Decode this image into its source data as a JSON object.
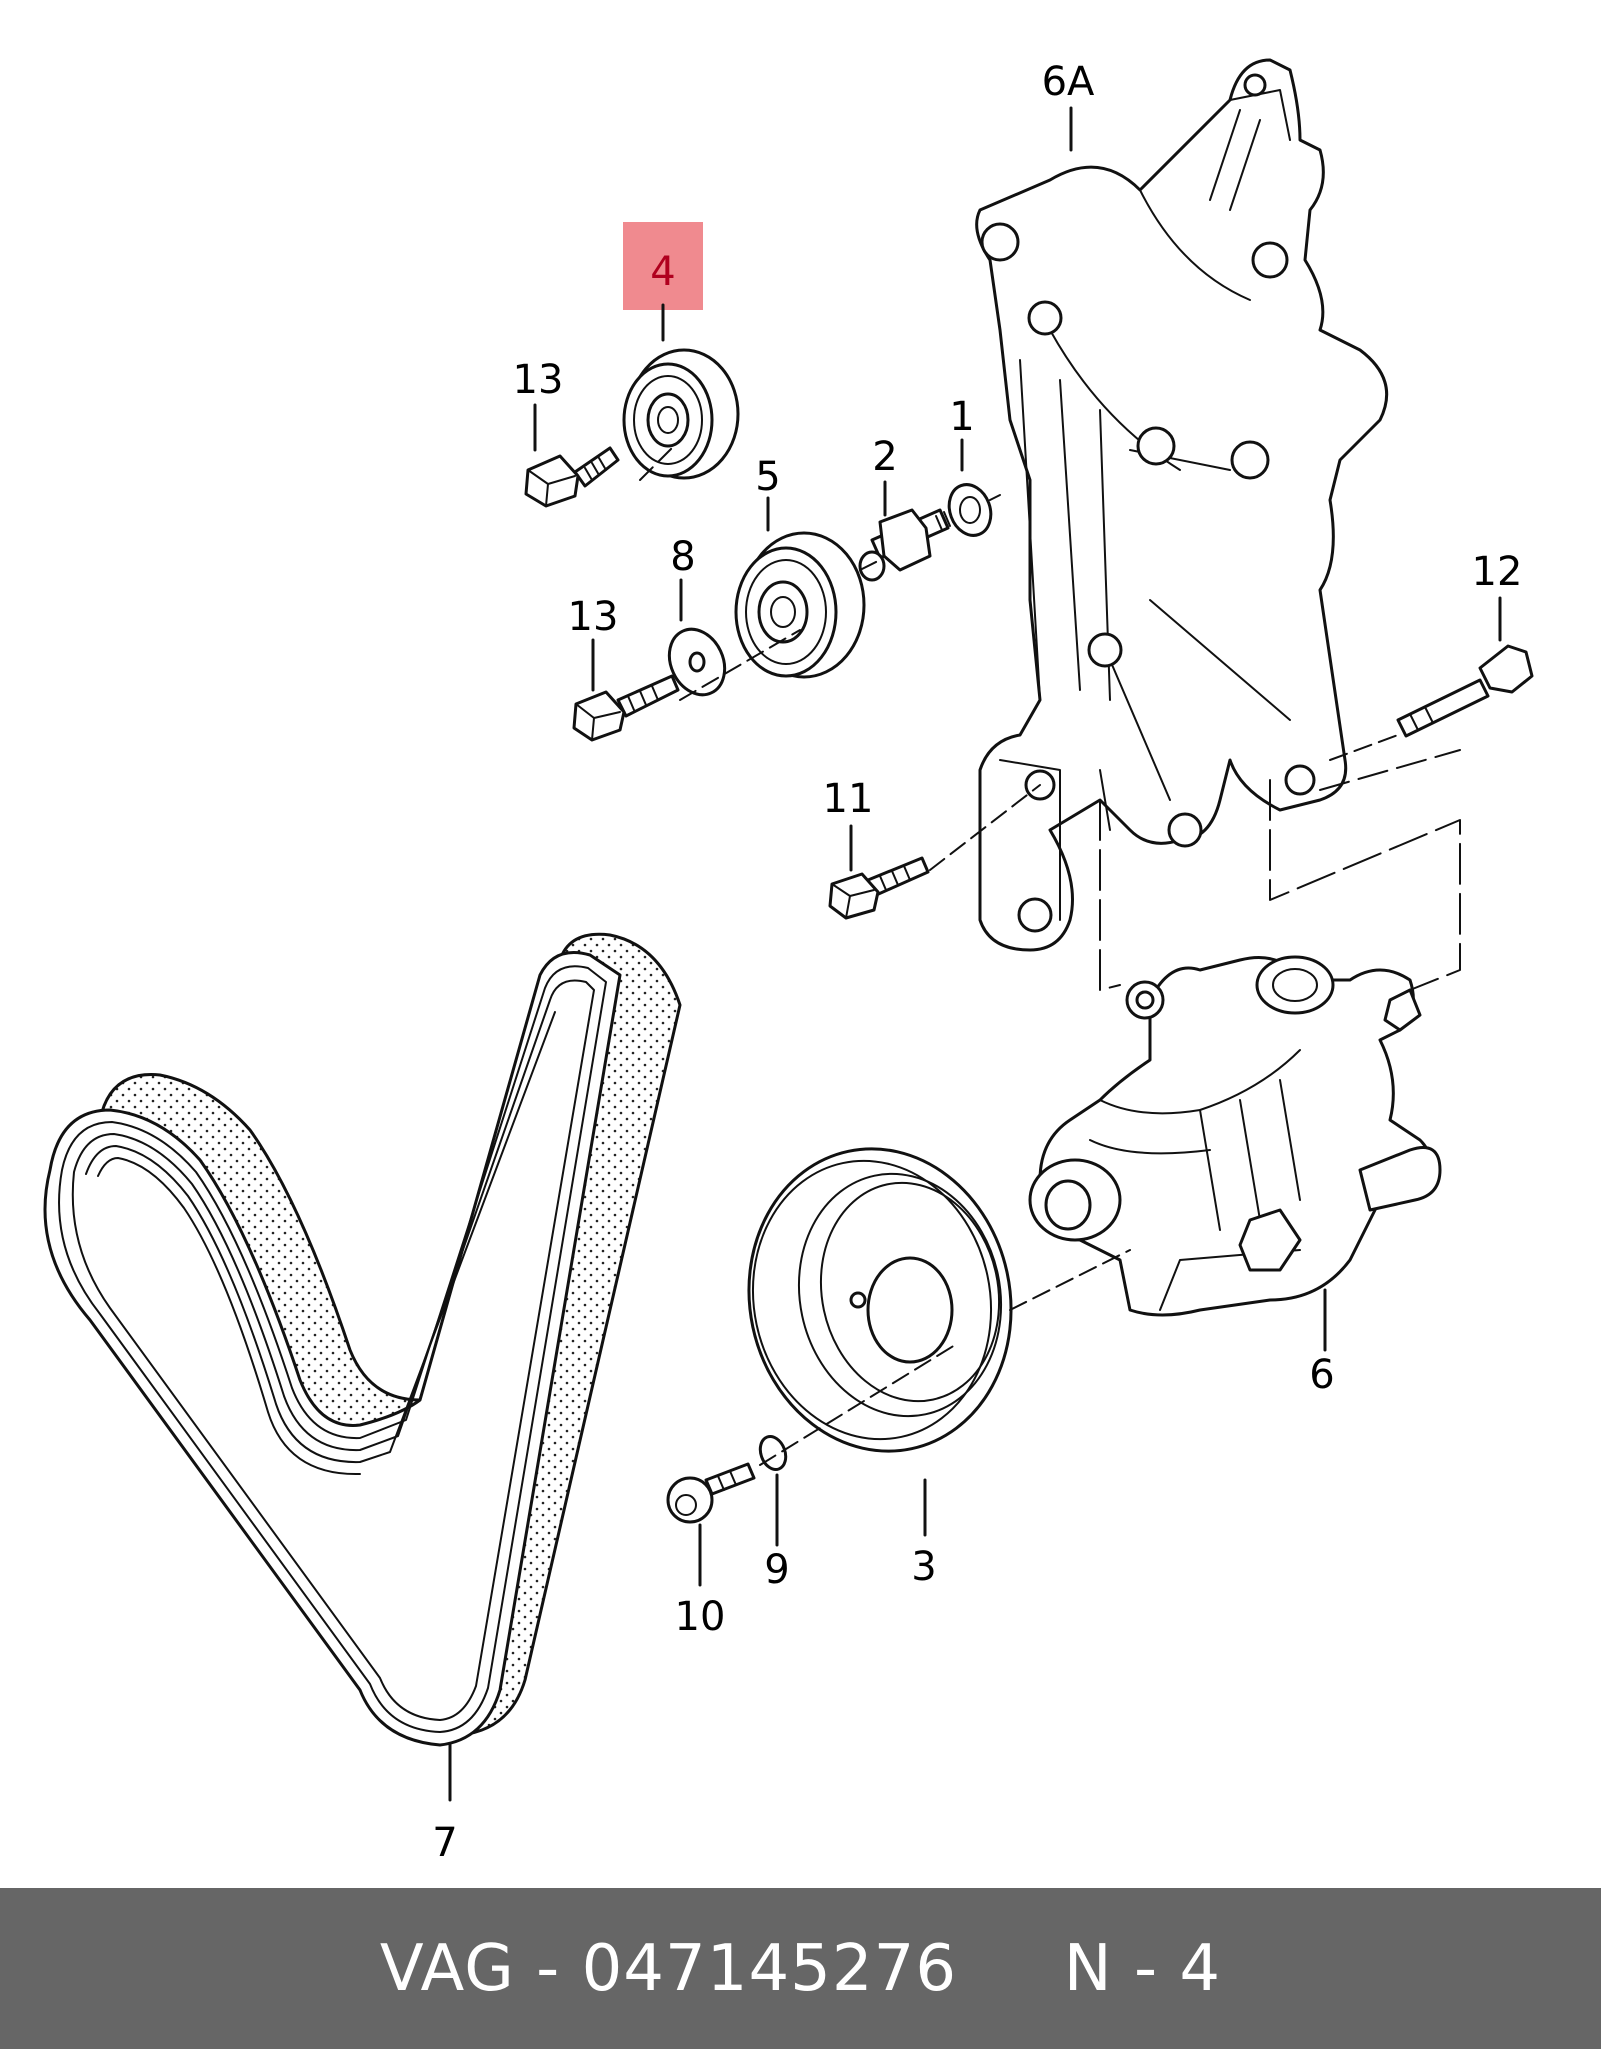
{
  "diagram": {
    "highlight_color": "#f08a8f",
    "callouts": [
      {
        "id": "6a",
        "text": "6A"
      },
      {
        "id": "4",
        "text": "4"
      },
      {
        "id": "13a",
        "text": "13"
      },
      {
        "id": "1",
        "text": "1"
      },
      {
        "id": "2",
        "text": "2"
      },
      {
        "id": "5",
        "text": "5"
      },
      {
        "id": "8",
        "text": "8"
      },
      {
        "id": "13b",
        "text": "13"
      },
      {
        "id": "12",
        "text": "12"
      },
      {
        "id": "11",
        "text": "11"
      },
      {
        "id": "6",
        "text": "6"
      },
      {
        "id": "9",
        "text": "9"
      },
      {
        "id": "3",
        "text": "3"
      },
      {
        "id": "10",
        "text": "10"
      },
      {
        "id": "7",
        "text": "7"
      }
    ]
  },
  "footer": {
    "text": "VAG - 047145276     N - 4",
    "background": "#666666"
  }
}
